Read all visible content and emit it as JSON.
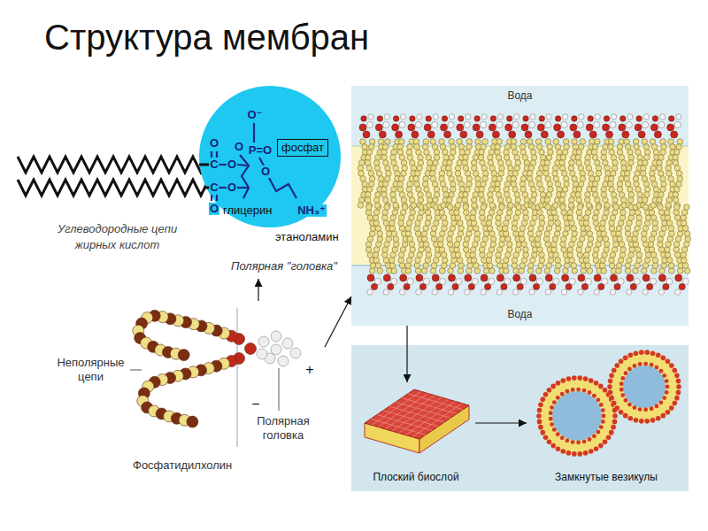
{
  "diagram": {
    "title": "Структура мембран",
    "nodes": [
      {
        "text": [
          "глицерин",
          "этаноламин",
          "Полярная \"головка\""
        ]
      },
      {
        "text": [
          "фосфат"
        ],
        "in": 0
      },
      {
        "text": [
          "Неполярные цепи",
          "Полярная головка",
          "Фосфатидилхолин"
        ]
      },
      {
        "text": [
          "Вода",
          "Вода"
        ]
      },
      {
        "text": [
          "Плоский биослой"
        ]
      },
      {
        "text": [
          "Замкнутые везикулы"
        ]
      }
    ],
    "edges": [
      {
        "from": 2,
        "to": 0,
        "arrow": "to"
      },
      {
        "from": 2,
        "to": 3,
        "arrow": "to"
      },
      {
        "from": 3,
        "to": 4,
        "arrow": "to"
      },
      {
        "from": 4,
        "to": 5,
        "arrow": "to"
      }
    ],
    "labels": [
      "Углеводородные цепи жирных кислот",
      "O⁻",
      "O",
      "P=O",
      "O",
      "O",
      "C",
      "O",
      "C",
      "O",
      "O",
      "NH₃⁺",
      "+",
      "−"
    ]
  }
}
